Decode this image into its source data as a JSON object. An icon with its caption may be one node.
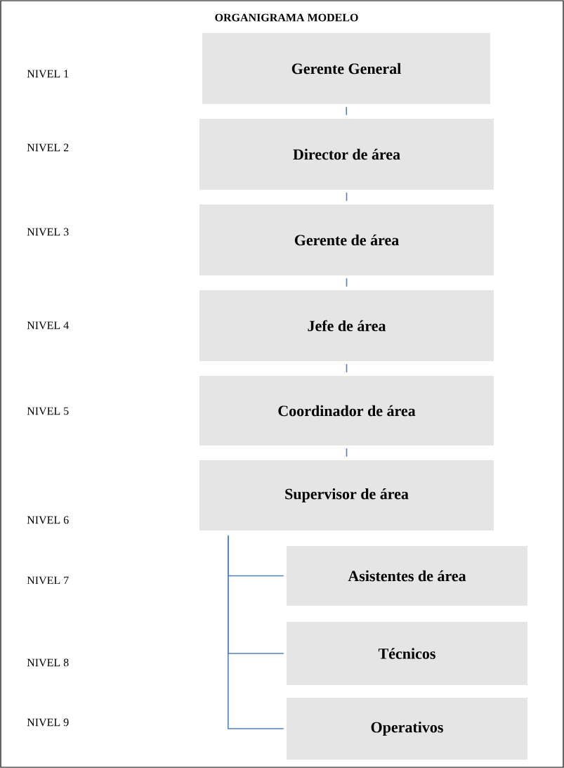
{
  "diagram": {
    "title": "ORGANIGRAMA MODELO",
    "nodes": [
      {
        "text": [
          "Gerente General"
        ]
      },
      {
        "text": [
          "Director de área"
        ]
      },
      {
        "text": [
          "Gerente de área"
        ]
      },
      {
        "text": [
          "Jefe de área"
        ]
      },
      {
        "text": [
          "Coordinador  de área"
        ]
      },
      {
        "text": [
          "Supervisor de área"
        ]
      },
      {
        "text": [
          "Asistentes de área"
        ]
      },
      {
        "text": [
          "Técnicos"
        ]
      },
      {
        "text": [
          "Operativos"
        ]
      }
    ],
    "edges": [
      {
        "from": 0,
        "to": 1,
        "arrow": "none"
      },
      {
        "from": 1,
        "to": 2,
        "arrow": "none"
      },
      {
        "from": 2,
        "to": 3,
        "arrow": "none"
      },
      {
        "from": 3,
        "to": 4,
        "arrow": "none"
      },
      {
        "from": 4,
        "to": 5,
        "arrow": "none"
      },
      {
        "from": 5,
        "to": 6,
        "arrow": "none"
      },
      {
        "from": 5,
        "to": 7,
        "arrow": "none"
      },
      {
        "from": 5,
        "to": 8,
        "arrow": "none"
      }
    ],
    "labels": [
      "NIVEL 1",
      "NIVEL 2",
      "NIVEL 3",
      "NIVEL 4",
      "NIVEL 5",
      "NIVEL 6",
      "NIVEL 7",
      "NIVEL 8",
      "NIVEL 9"
    ]
  }
}
